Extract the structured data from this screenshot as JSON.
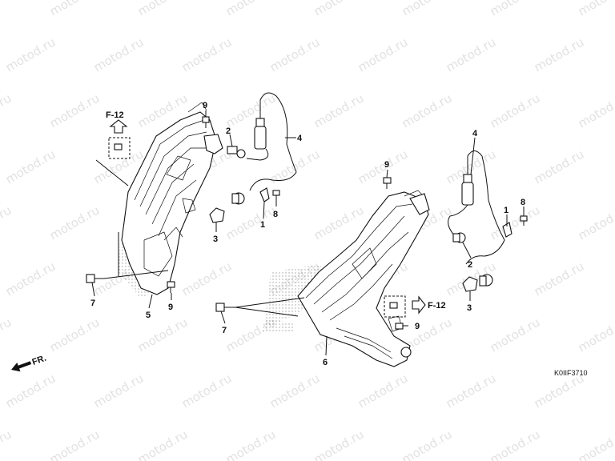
{
  "watermark": {
    "text": "motod.ru"
  },
  "diagram_code": "K0IIF3710",
  "front_indicator": "FR.",
  "refs": {
    "left": "F-12",
    "right": "F-12"
  },
  "callouts": {
    "c9a": "9",
    "c2a": "2",
    "c4a": "4",
    "c8a": "8",
    "c1a": "1",
    "c3a": "3",
    "c7a": "7",
    "c5a": "5",
    "c9b": "9",
    "c9c": "9",
    "c4b": "4",
    "c8b": "8",
    "c1b": "1",
    "c2b": "2",
    "c3b": "3",
    "c7b": "7",
    "c9d": "9",
    "c6": "6"
  }
}
